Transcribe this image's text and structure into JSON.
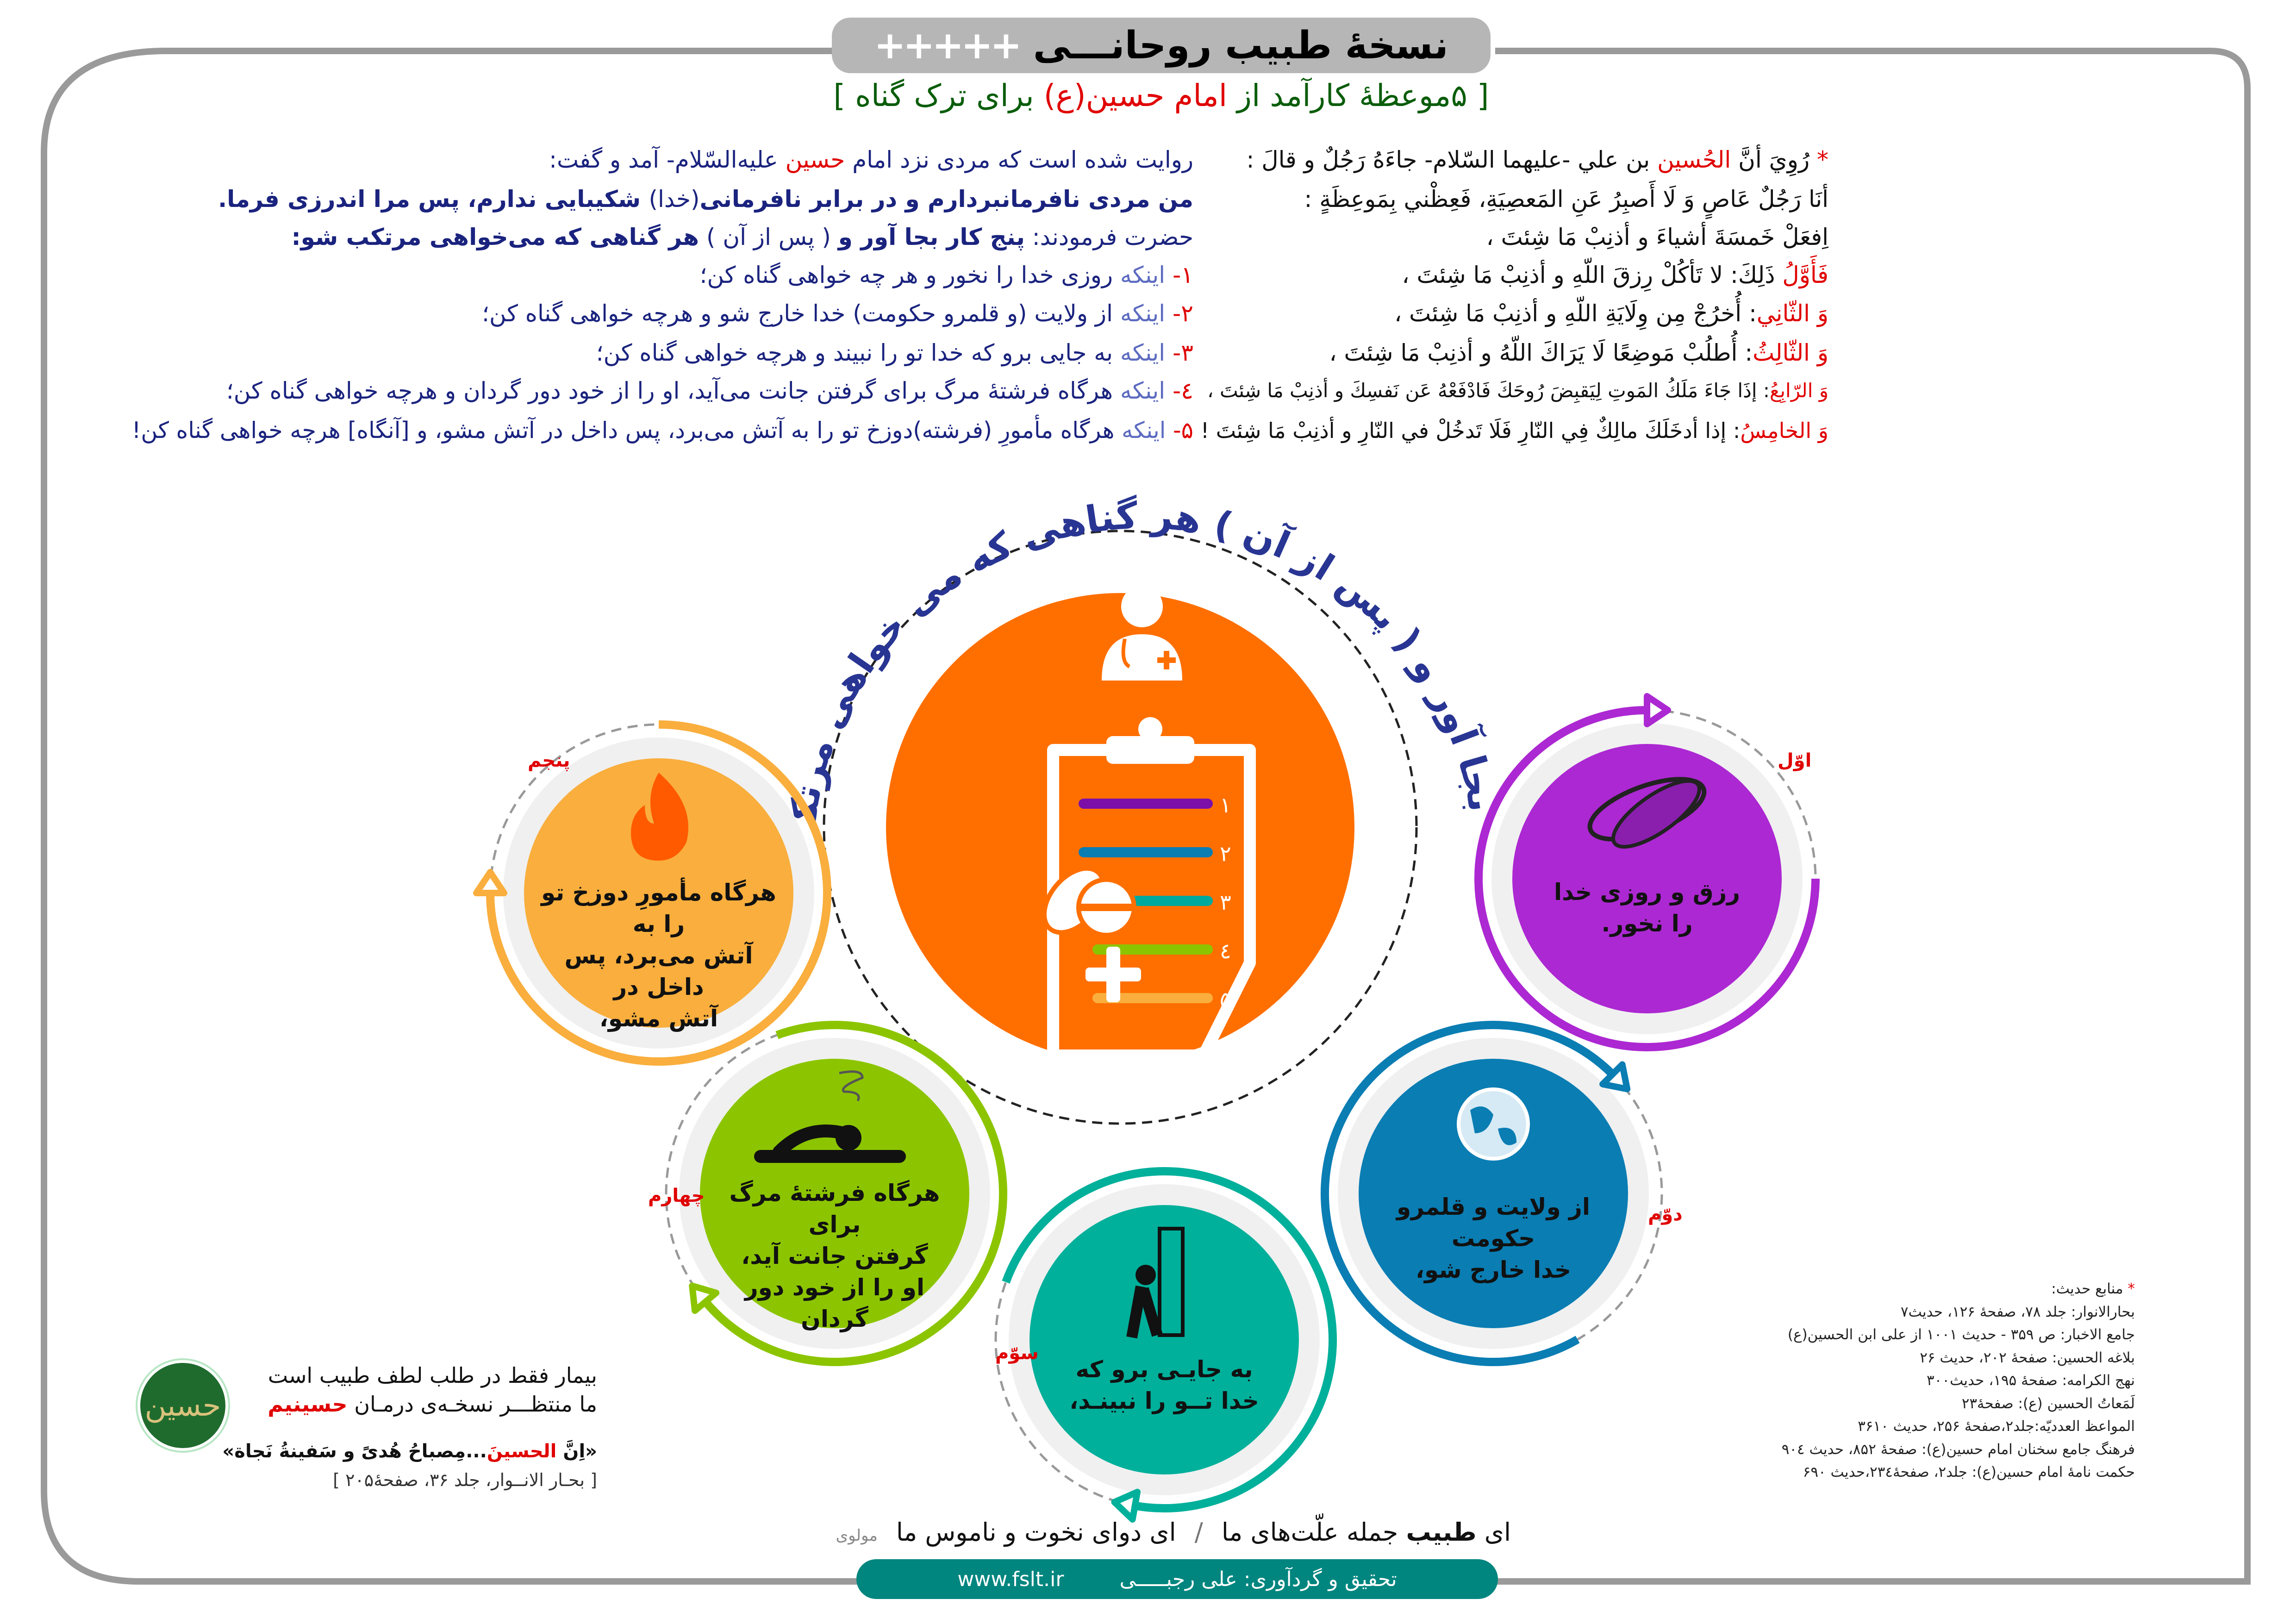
{
  "header": {
    "title": "نسخهٔ طبیب روحانـــی",
    "title_decoration": "+++++",
    "subtitle": [
      {
        "text": "[ ۵موعظهٔ کارآمد از ",
        "c": "green"
      },
      {
        "text": "امام حسین(ع)",
        "c": "red"
      },
      {
        "text": " برای ترک گناه ]",
        "c": "green"
      }
    ]
  },
  "hadith_lines": [
    {
      "arabic": [
        {
          "t": "* ",
          "c": "red"
        },
        {
          "t": "رُوِيَ أنَّ "
        },
        {
          "t": "الحُسين",
          "c": "red"
        },
        {
          "t": " بن علي -عليهما السّلام- جاءَهُ رَجُلٌ و قالَ :"
        }
      ],
      "persian": [
        {
          "t": "روايت شده است که مردی نزد امام "
        },
        {
          "t": "حسين",
          "c": "red"
        },
        {
          "t": " عليه‌السّلام- آمد و گفت:"
        }
      ]
    },
    {
      "arabic": [
        {
          "t": "أنَا رَجُلٌ عَاصٍ وَ لَا أَصبِرُ عَنِ المَعصِيَةِ، فَعِظْني بِمَوعِظَةٍ :"
        }
      ],
      "persian": [
        {
          "t": "من مردی نافرمانبردارم و در برابر نافرمانی",
          "c": "b"
        },
        {
          "t": "(خدا)"
        },
        {
          "t": " شکيبايی ندارم، پس مرا اندرزی فرما.",
          "c": "b"
        }
      ]
    },
    {
      "arabic": [
        {
          "t": "اِفعَلْ خَمسَةَ أشياءَ و أذنِبْ مَا شِئتَ ،"
        }
      ],
      "persian": [
        {
          "t": "حضرت فرمودند: "
        },
        {
          "t": "پنج کار بجا آور و",
          "c": "b"
        },
        {
          "t": " ( پس از آن ) "
        },
        {
          "t": "هر گناهی که می‌خواهی مرتکب شو:",
          "c": "b"
        }
      ]
    },
    {
      "arabic": [
        {
          "t": "فَأَوَّلُ",
          "c": "red"
        },
        {
          "t": " ذَلِكَ: لا تَأكُلْ رِزقَ اللّهِ و أذنِبْ مَا شِئتَ ،"
        }
      ],
      "persian": [
        {
          "t": "۱- ",
          "c": "red"
        },
        {
          "t": "اينکه",
          "c": "lb"
        },
        {
          "t": " روزی خدا را نخور و هر چه خواهی گناه کن؛"
        }
      ]
    },
    {
      "arabic": [
        {
          "t": "وَ الثّانِي",
          "c": "red"
        },
        {
          "t": ": أُخرُجْ مِن وِلَايَةِ اللّهِ و أذنِبْ مَا شِئتَ ،"
        }
      ],
      "persian": [
        {
          "t": "۲- ",
          "c": "red"
        },
        {
          "t": "اينکه",
          "c": "lb"
        },
        {
          "t": " از ولايت (و قلمرو حکومت) خدا خارج شو و هرچه خواهی گناه کن؛"
        }
      ]
    },
    {
      "arabic": [
        {
          "t": "وَ الثّالِثُ",
          "c": "red"
        },
        {
          "t": ": أُطلُبْ مَوضِعًا لَا يَرَاكَ اللّهُ و أذنِبْ مَا شِئتَ ،"
        }
      ],
      "persian": [
        {
          "t": "۳- ",
          "c": "red"
        },
        {
          "t": "اينکه",
          "c": "lb"
        },
        {
          "t": " به جايی برو که خدا تو را نبيند و هرچه خواهی گناه کن؛"
        }
      ]
    },
    {
      "arabic": [
        {
          "t": "وَ الرّابِعُ",
          "c": "red"
        },
        {
          "t": ": إذَا جَاءَ مَلَكُ المَوتِ لِيَقبِضَ رُوحَكَ فَادْفَعْهُ عَن نَفسِكَ و أذنِبْ مَا شِئتَ ،"
        }
      ],
      "persian": [
        {
          "t": "٤- ",
          "c": "red"
        },
        {
          "t": "اينکه",
          "c": "lb"
        },
        {
          "t": " هرگاه فرشتهٔ مرگ برای گرفتن جانت می‌آيد، او را از خود دور گردان و هرچه خواهی گناه کن؛"
        }
      ]
    },
    {
      "arabic": [
        {
          "t": "وَ الخامِسُ",
          "c": "red"
        },
        {
          "t": ": إذا أدخَلَكَ مالِكٌ فِي النّارِ فَلَا تَدخُلْ في النّارِ و أذنِبْ مَا شِئتَ !"
        }
      ],
      "persian": [
        {
          "t": "۵- ",
          "c": "red"
        },
        {
          "t": "اينکه",
          "c": "lb"
        },
        {
          "t": " هرگاه مأمورِ (فرشته)دوزخ تو را به آتش می‌برد، پس داخل در آتش مشو، و [آنگاه] هرچه خواهی گناه کن!"
        }
      ]
    }
  ],
  "center": {
    "arc_text": "پنج کار بجا آور و ( پس از آن ) هر گناهی که می خواهی مرتکب شو!",
    "color": "#ff6f00",
    "icons": [
      "doctor-icon",
      "clipboard-icon",
      "pill-icon",
      "plus-icon"
    ],
    "list_numbers": [
      "۱",
      "۲",
      "۳",
      "٤",
      "۵"
    ],
    "list_colors": [
      "#7b0fa8",
      "#0a7db3",
      "#00a99d",
      "#8cc500",
      "#f9ae3d"
    ]
  },
  "circles": [
    {
      "label": "اوّل",
      "lines": [
        "رزق و روزی خدا",
        "را نخور."
      ],
      "color": "#ac28d2",
      "icon": "bread-wheat-icon"
    },
    {
      "label": "دوّم",
      "lines": [
        "از ولایت و قلمرو حکومت",
        "خدا خارج شو،"
      ],
      "color": "#0a7db3",
      "icon": "globe-icon"
    },
    {
      "label": "سوّم",
      "lines": [
        "به جایـی برو که",
        "خدا تــو را نبینـد،"
      ],
      "color": "#00b09b",
      "icon": "person-door-icon"
    },
    {
      "label": "چهارم",
      "lines": [
        "هرگاه فرشتهٔ مرگ برای",
        "گرفتن جانت آید،",
        "او را از خود دور گردان"
      ],
      "color": "#8cc500",
      "icon": "fallen-person-icon"
    },
    {
      "label": "پنجم",
      "lines": [
        "هرگاه مأمورِ دوزخ تو را به",
        "آتش می‌برد، پس داخل در",
        "آتش مشو،"
      ],
      "color": "#f9ae3d",
      "icon": "fire-icon"
    }
  ],
  "sources": {
    "heading": "منابع حدیث:",
    "items": [
      "بحارالانوار: جلد ۷۸، صفحهٔ ۱۲۶، حدیث۷",
      "جامع الاخبار: ص ۳۵۹ - حدیث ۱۰۰۱ از علی ابن الحسین(ع)",
      "بلاغه الحسین: صفحهٔ ۲۰۲، حدیث ۲۶",
      "نهج الکرامه: صفحهٔ ۱۹۵، حدیث۳۰۰",
      "لَمَعاتُ الحسین (ع): صفحهٔ۲۳",
      "المواعظ العددیّه:جلد۲،صفحهٔ ۲۵۶، حدیث ۳۶۱۰",
      "فرهنگ جامع سخنان امام حسین(ع): صفحهٔ ۸۵۲، حدیث ۹۰٤",
      "حکمت نامهٔ امام حسین(ع): جلد۲، صفحهٔ۲۳٤،حدیث ۶۹۰"
    ]
  },
  "quote_block": {
    "line1": "بیمار فقط در طلب لطف طبیب است",
    "line2_a": "ما منتظـــر نسخـه‌ی درمـان ",
    "line2_b": "حسینیم",
    "hadith_a": "«اِنَّ ",
    "hadith_b": "الحسینَ",
    "hadith_c": "...مِصباحُ هُدیً و سَفینةُ نَجاة»",
    "reference": "[ بحـار الانــوار، جلد ۳۶، صفحهٔ۲۰۵ ]",
    "logo_text": "حسین"
  },
  "poem": {
    "part1_a": "ای ",
    "part1_b": "طبیب",
    "part1_c": " جمله علّت‌های ما",
    "separator": "/",
    "part2": "ای دوای نخوت و ناموس ما",
    "poet": "مولوی"
  },
  "footer": {
    "credit": "تحقیق و گردآوری: علی رجبـــــی",
    "website": "www.fslt.ir",
    "color": "#00857f"
  }
}
